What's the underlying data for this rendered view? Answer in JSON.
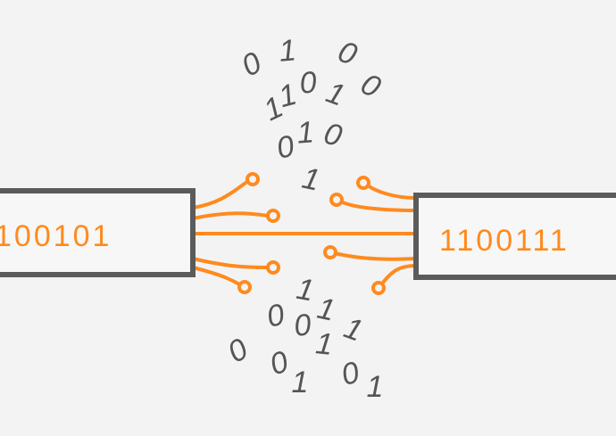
{
  "colors": {
    "background": "#f3f3f3",
    "accent": "#ff8a1e",
    "frame": "#5b5b5b",
    "digits": "#555555",
    "box_fill": "#f7f7f7"
  },
  "left_device": {
    "label": "100101"
  },
  "right_device": {
    "label": "1100111"
  },
  "bits_top": [
    "0",
    "1",
    "0",
    "1",
    "1",
    "0",
    "1",
    "0",
    "0",
    "1",
    "0",
    "1"
  ],
  "bits_bottom": [
    "1",
    "0",
    "0",
    "1",
    "1",
    "0",
    "0",
    "1",
    "1",
    "0",
    "1"
  ]
}
